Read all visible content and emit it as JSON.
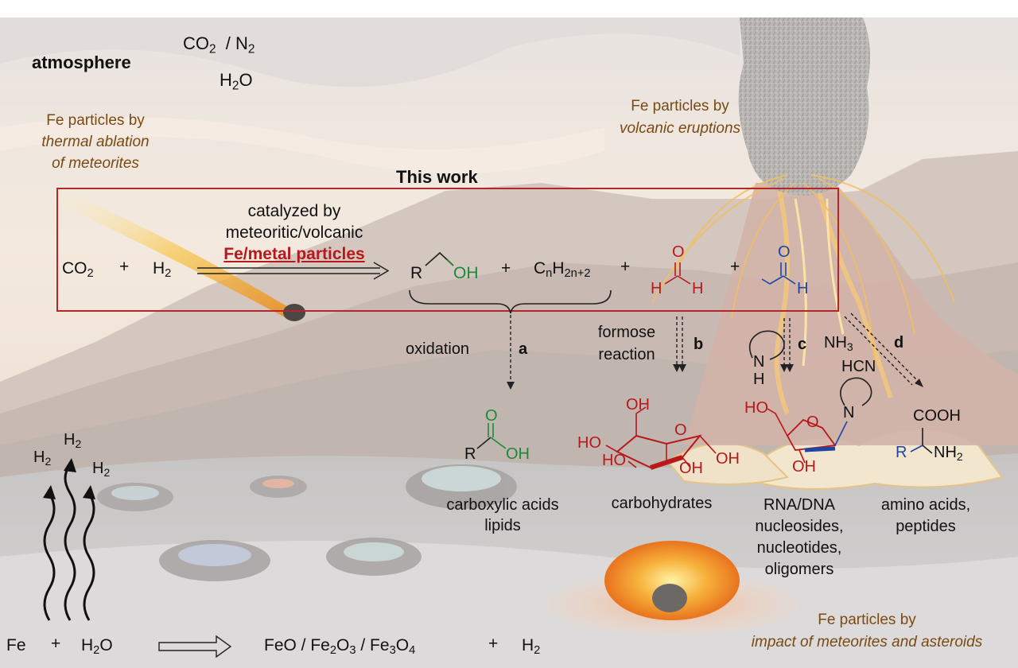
{
  "atmosphere": {
    "label": "atmosphere",
    "co2": "CO",
    "co2_sub": "2",
    "slash_n2": "/ N",
    "n2_sub": "2",
    "h2o_h": "H",
    "h2o_sub": "2",
    "h2o_o": "O"
  },
  "sources": {
    "meteorites": {
      "line1": "Fe particles by",
      "line2": "thermal ablation",
      "line3": "of meteorites"
    },
    "volcanic": {
      "line1": "Fe particles by",
      "line2": "volcanic eruptions"
    },
    "impact": {
      "line1": "Fe particles by",
      "line2": "impact of meteorites and asteroids"
    }
  },
  "this_work": {
    "title": "This work",
    "catalyst_line1": "catalyzed by",
    "catalyst_line2": "meteoritic/volcanic",
    "catalyst_line3": "Fe/metal particles",
    "co2": "CO",
    "co2_sub": "2",
    "plus": "+",
    "h2": "H",
    "h2_sub": "2",
    "alcohol_r": "R",
    "alcohol_oh": "OH",
    "alkane_c": "C",
    "alkane_n": "n",
    "alkane_h": "H",
    "alkane_sub": "2n+2",
    "formaldehyde_o": "O",
    "formaldehyde_h1": "H",
    "formaldehyde_h2": "H",
    "acetaldehyde_o": "O",
    "acetaldehyde_h": "H"
  },
  "pathways": {
    "a": {
      "letter": "a",
      "label": "oxidation"
    },
    "b": {
      "letter": "b",
      "label_line1": "formose",
      "label_line2": "reaction"
    },
    "c": {
      "letter": "c",
      "nh_n": "N",
      "nh_h": "H"
    },
    "d": {
      "letter": "d",
      "nh3": "NH",
      "nh3_sub": "3",
      "hcn": "HCN"
    }
  },
  "products": {
    "acid": {
      "o": "O",
      "r": "R",
      "oh": "OH",
      "line1": "carboxylic acids",
      "line2": "lipids"
    },
    "carbohydrates": {
      "oh_top": "OH",
      "ho1": "HO",
      "ho2": "HO",
      "oh_bottom": "OH",
      "oh_right": "OH",
      "o_ring": "O",
      "label": "carbohydrates"
    },
    "nucleosides": {
      "ho": "HO",
      "o": "O",
      "oh": "OH",
      "n": "N",
      "line1": "RNA/DNA",
      "line2": "nucleosides,",
      "line3": "nucleotides,",
      "line4": "oligomers"
    },
    "amino_acids": {
      "cooh": "COOH",
      "r": "R",
      "nh": "NH",
      "nh_sub": "2",
      "line1": "amino acids,",
      "line2": "peptides"
    }
  },
  "bottom": {
    "h2_labels": [
      "H",
      "H",
      "H"
    ],
    "h2_sub": "2",
    "fe": "Fe",
    "plus1": "+",
    "h2o_h": "H",
    "h2o_sub": "2",
    "h2o_o": "O",
    "feo": "FeO / Fe",
    "sub2": "2",
    "o3_a": "O",
    "sub3": "3",
    "slash": " / Fe",
    "o4": "O",
    "sub4": "4",
    "plus2": "+",
    "h2": "H",
    "h2_sub2": "2"
  },
  "colors": {
    "box_border": "#b3262a",
    "catalyst_text": "#b8181c",
    "brown_text": "#7a4a12",
    "red_structures": "#b8181c",
    "green_structures": "#1c8a3a",
    "blue_structures": "#1b46a8"
  }
}
